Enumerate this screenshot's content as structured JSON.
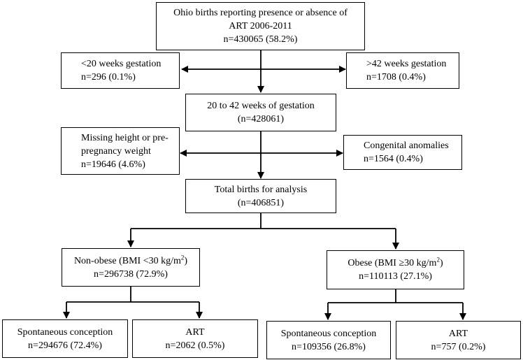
{
  "boxes": {
    "ohio": {
      "line1": "Ohio births reporting presence or absence of",
      "line2": "ART 2006-2011",
      "line3": "n=430065 (58.2%)"
    },
    "under20": {
      "line1": "<20 weeks gestation",
      "line2": "n=296 (0.1%)"
    },
    "over42": {
      "line1": ">42 weeks gestation",
      "line2": "n=1708 (0.4%)"
    },
    "gest2042": {
      "line1": "20 to 42 weeks of gestation",
      "line2": "(n=428061)"
    },
    "missing": {
      "line1": "Missing height or pre-",
      "line2": "pregnancy weight",
      "line3": "n=19646 (4.6%)"
    },
    "congenital": {
      "line1": "Congenital anomalies",
      "line2": "n=1564 (0.4%)"
    },
    "total": {
      "line1": "Total births for analysis",
      "line2": "(n=406851)"
    },
    "nonobese": {
      "label": "Non-obese (BMI <30 kg/m",
      "sup": "2",
      "close": ")",
      "line2": "n=296738 (72.9%)"
    },
    "obese": {
      "label": "Obese (BMI ≥30 kg/m",
      "sup": "2",
      "close": ")",
      "line2": "n=110113 (27.1%)"
    },
    "spont1": {
      "line1": "Spontaneous conception",
      "line2": "n=294676 (72.4%)"
    },
    "art1": {
      "line1": "ART",
      "line2": "n=2062 (0.5%)"
    },
    "spont2": {
      "line1": "Spontaneous conception",
      "line2": "n=109356 (26.8%)"
    },
    "art2": {
      "line1": "ART",
      "line2": "n=757 (0.2%)"
    }
  }
}
